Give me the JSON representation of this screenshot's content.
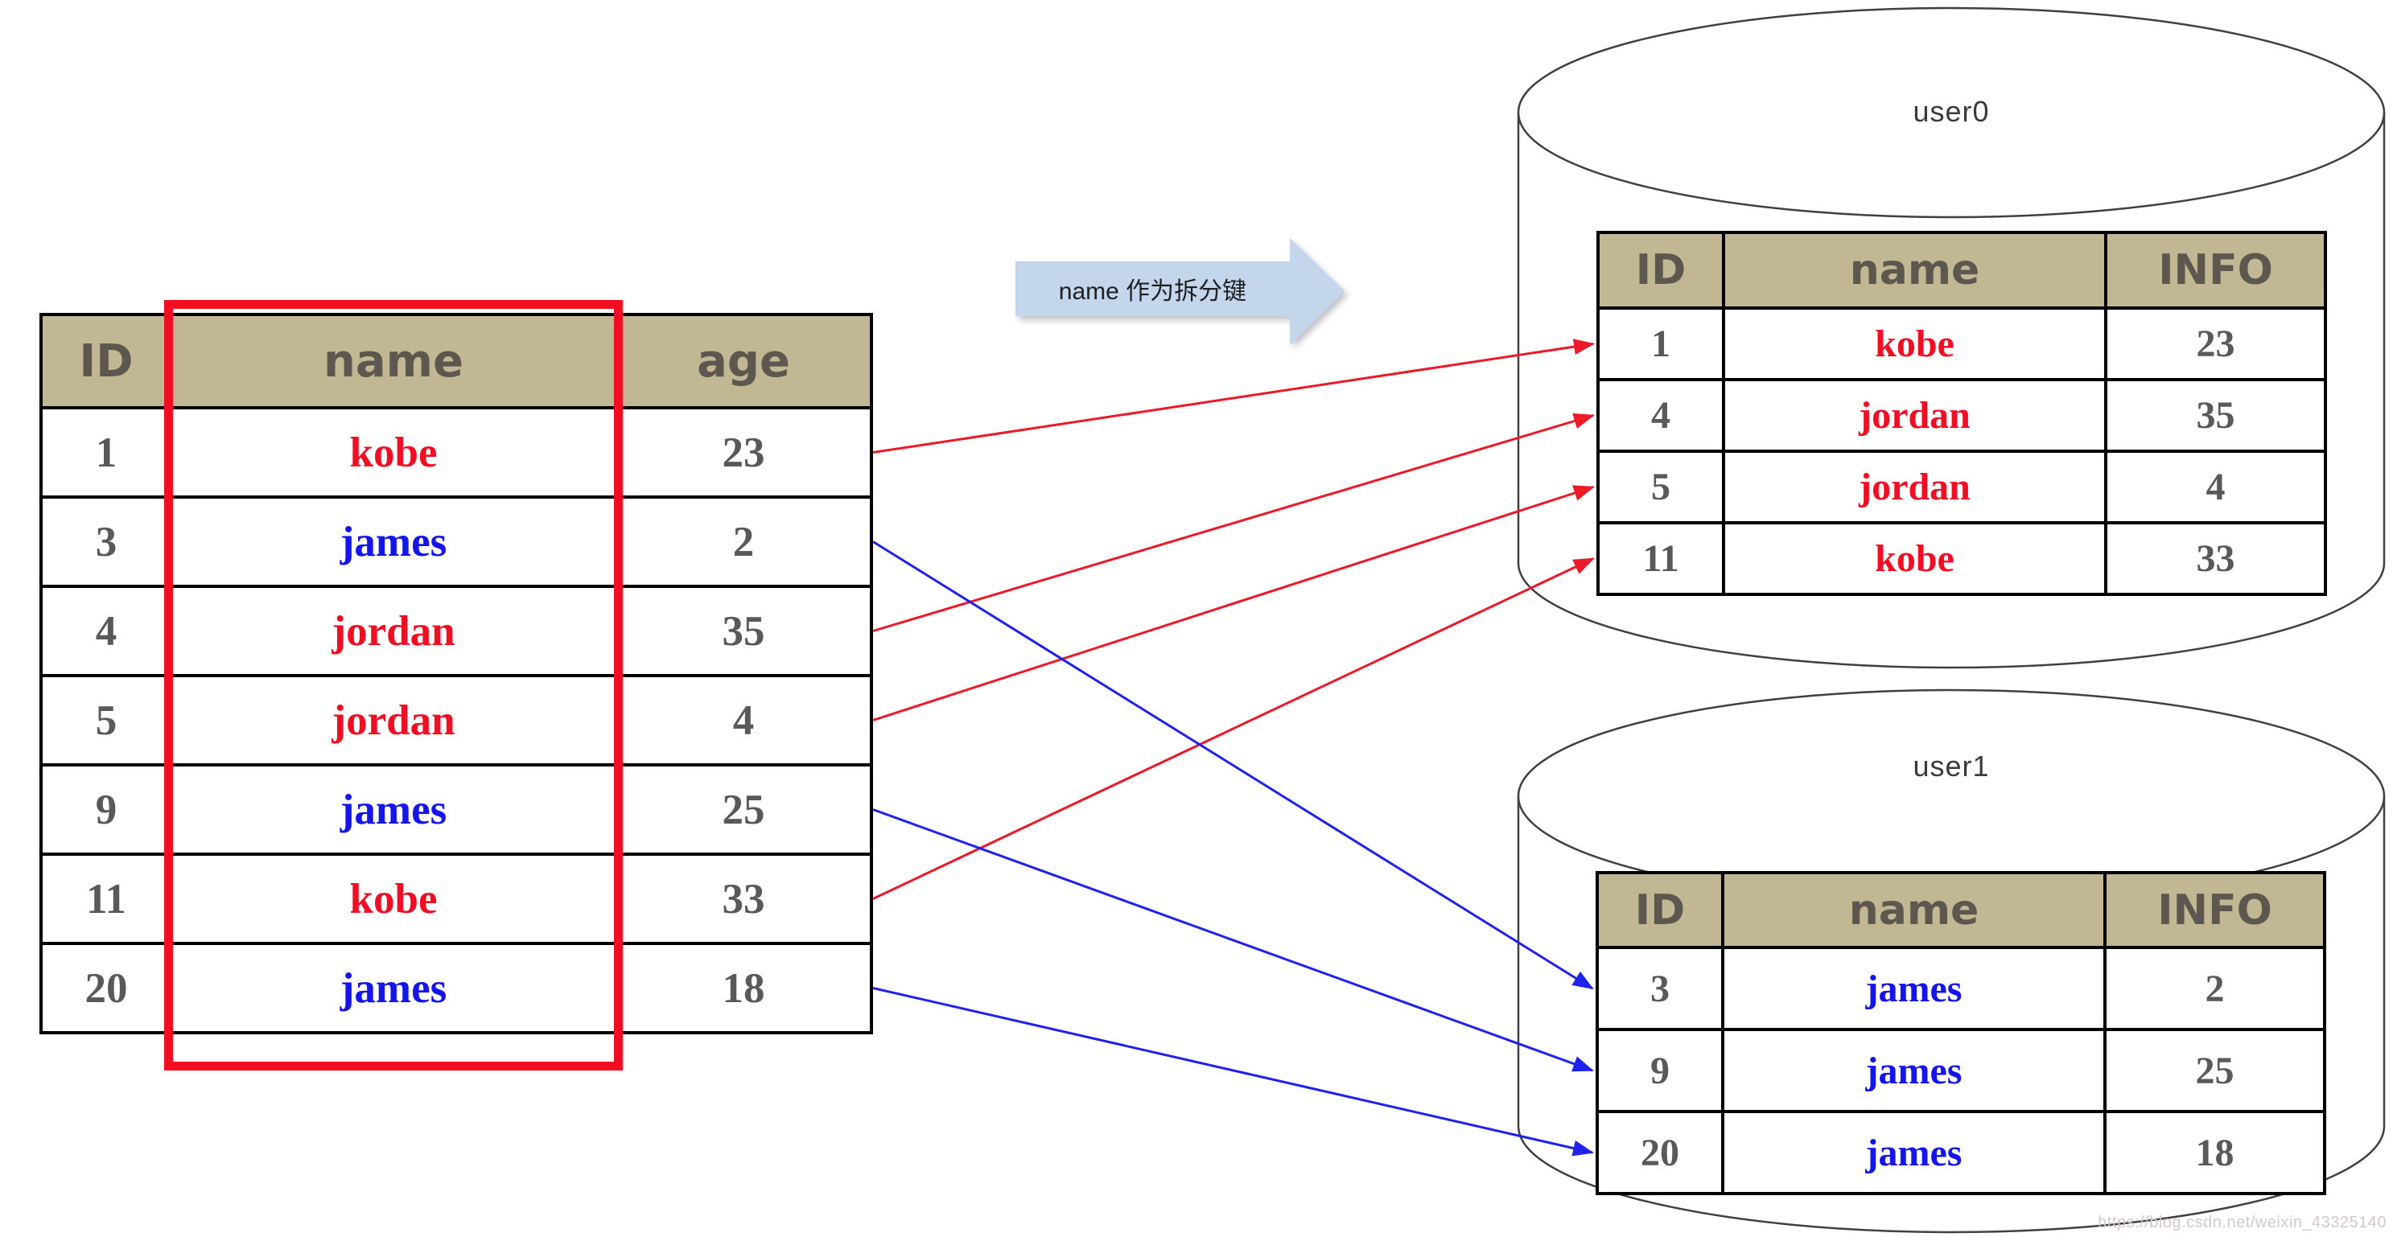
{
  "flow_arrow": {
    "label": "name 作为拆分键"
  },
  "source_table": {
    "columns": [
      "ID",
      "name",
      "age"
    ],
    "split_key_column": "name",
    "rows": [
      {
        "cells": [
          "1",
          "kobe",
          "23"
        ],
        "group": "red"
      },
      {
        "cells": [
          "3",
          "james",
          "2"
        ],
        "group": "blue"
      },
      {
        "cells": [
          "4",
          "jordan",
          "35"
        ],
        "group": "red"
      },
      {
        "cells": [
          "5",
          "jordan",
          "4"
        ],
        "group": "red"
      },
      {
        "cells": [
          "9",
          "james",
          "25"
        ],
        "group": "blue"
      },
      {
        "cells": [
          "11",
          "kobe",
          "33"
        ],
        "group": "red"
      },
      {
        "cells": [
          "20",
          "james",
          "18"
        ],
        "group": "blue"
      }
    ]
  },
  "shards": [
    {
      "db_label": "user0",
      "columns": [
        "ID",
        "name",
        "INFO"
      ],
      "rows": [
        {
          "cells": [
            "1",
            "kobe",
            "23"
          ],
          "group": "red"
        },
        {
          "cells": [
            "4",
            "jordan",
            "35"
          ],
          "group": "red"
        },
        {
          "cells": [
            "5",
            "jordan",
            "4"
          ],
          "group": "red"
        },
        {
          "cells": [
            "11",
            "kobe",
            "33"
          ],
          "group": "red"
        }
      ]
    },
    {
      "db_label": "user1",
      "columns": [
        "ID",
        "name",
        "INFO"
      ],
      "rows": [
        {
          "cells": [
            "3",
            "james",
            "2"
          ],
          "group": "blue"
        },
        {
          "cells": [
            "9",
            "james",
            "25"
          ],
          "group": "blue"
        },
        {
          "cells": [
            "20",
            "james",
            "18"
          ],
          "group": "blue"
        }
      ]
    }
  ],
  "mappings": [
    {
      "source_id": "1",
      "shard": 0,
      "target_id": "1",
      "group": "red"
    },
    {
      "source_id": "4",
      "shard": 0,
      "target_id": "4",
      "group": "red"
    },
    {
      "source_id": "5",
      "shard": 0,
      "target_id": "5",
      "group": "red"
    },
    {
      "source_id": "11",
      "shard": 0,
      "target_id": "11",
      "group": "red"
    },
    {
      "source_id": "3",
      "shard": 1,
      "target_id": "3",
      "group": "blue"
    },
    {
      "source_id": "9",
      "shard": 1,
      "target_id": "9",
      "group": "blue"
    },
    {
      "source_id": "20",
      "shard": 1,
      "target_id": "20",
      "group": "blue"
    }
  ],
  "colors": {
    "red_text": "#f20d23",
    "blue_text": "#1414ee",
    "red_line": "#ee1826",
    "blue_line": "#2121ee",
    "header_bg": "#c2b793",
    "header_text": "#5d584f",
    "cell_text": "#595959",
    "table_border": "#000000",
    "highlight_border": "#f20d23",
    "arrow_fill": "#c3d6ec",
    "cylinder_stroke": "#404040",
    "watermark": "#d5c9c7"
  },
  "watermark": {
    "text": "https://blog.csdn.net/weixin_43325140"
  }
}
